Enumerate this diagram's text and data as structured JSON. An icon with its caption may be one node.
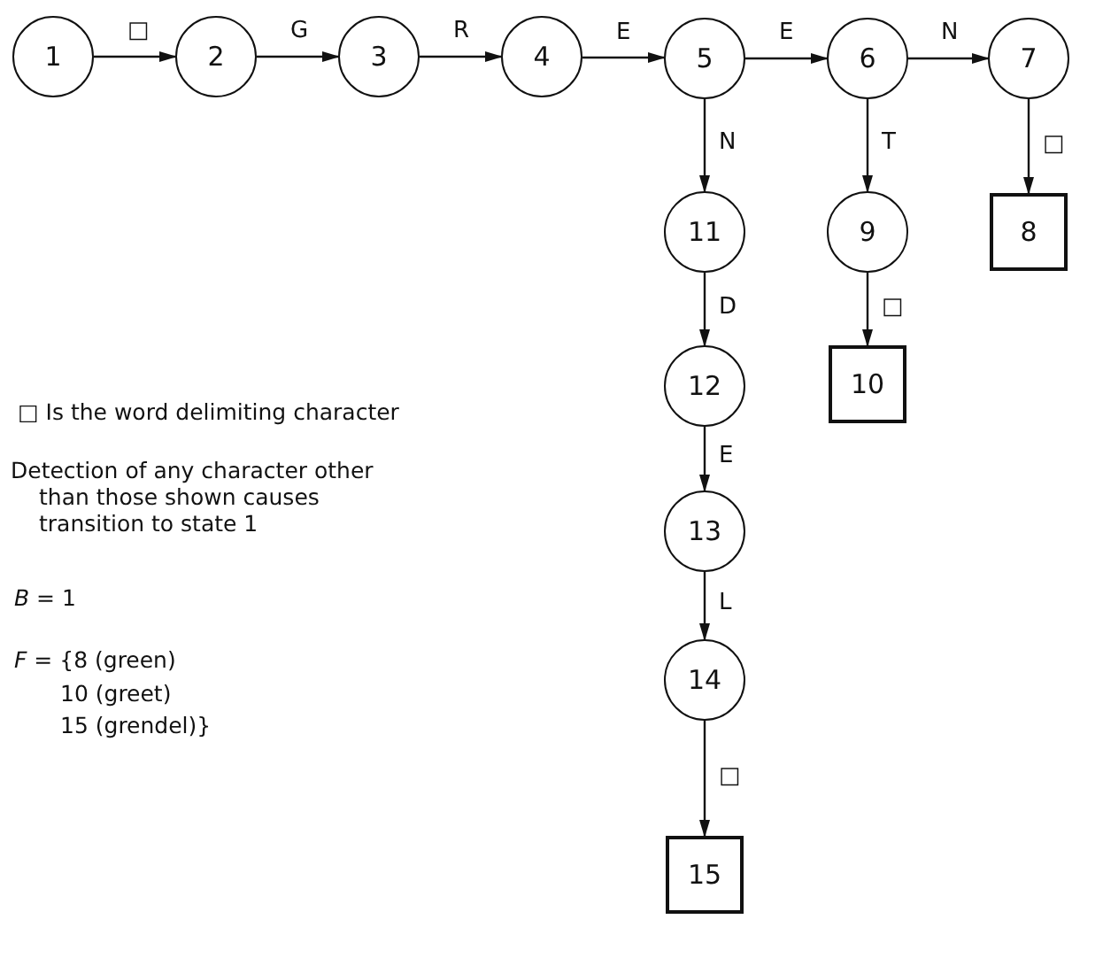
{
  "diagram": {
    "nodes": [
      {
        "text": [
          "1"
        ]
      },
      {
        "text": [
          "2"
        ]
      },
      {
        "text": [
          "3"
        ]
      },
      {
        "text": [
          "4"
        ]
      },
      {
        "text": [
          "5"
        ]
      },
      {
        "text": [
          "6"
        ]
      },
      {
        "text": [
          "7"
        ]
      },
      {
        "text": [
          "11"
        ]
      },
      {
        "text": [
          "9"
        ]
      },
      {
        "text": [
          "8"
        ]
      },
      {
        "text": [
          "12"
        ]
      },
      {
        "text": [
          "10"
        ]
      },
      {
        "text": [
          "13"
        ]
      },
      {
        "text": [
          "14"
        ]
      },
      {
        "text": [
          "15"
        ]
      }
    ],
    "edges": [
      {
        "from": 0,
        "to": 1,
        "arrow": "to",
        "label": "□"
      },
      {
        "from": 1,
        "to": 2,
        "arrow": "to",
        "label": "G"
      },
      {
        "from": 2,
        "to": 3,
        "arrow": "to",
        "label": "R"
      },
      {
        "from": 3,
        "to": 4,
        "arrow": "to",
        "label": "E"
      },
      {
        "from": 4,
        "to": 5,
        "arrow": "to",
        "label": "E"
      },
      {
        "from": 5,
        "to": 6,
        "arrow": "to",
        "label": "N"
      },
      {
        "from": 4,
        "to": 7,
        "arrow": "to",
        "label": "N"
      },
      {
        "from": 5,
        "to": 8,
        "arrow": "to",
        "label": "T"
      },
      {
        "from": 6,
        "to": 9,
        "arrow": "to",
        "label": "□"
      },
      {
        "from": 7,
        "to": 10,
        "arrow": "to",
        "label": "D"
      },
      {
        "from": 8,
        "to": 11,
        "arrow": "to",
        "label": "□"
      },
      {
        "from": 10,
        "to": 12,
        "arrow": "to",
        "label": "E"
      },
      {
        "from": 12,
        "to": 13,
        "arrow": "to",
        "label": "L"
      },
      {
        "from": 13,
        "to": 14,
        "arrow": "to",
        "label": "□"
      }
    ],
    "labels": [
      "□ Is the word delimiting character",
      "Detection of any character other than those shown causes transition to state 1",
      "*B* = 1",
      "*F* = {8 (green)",
      "10 (greet)",
      "15 (grendel)}"
    ]
  }
}
